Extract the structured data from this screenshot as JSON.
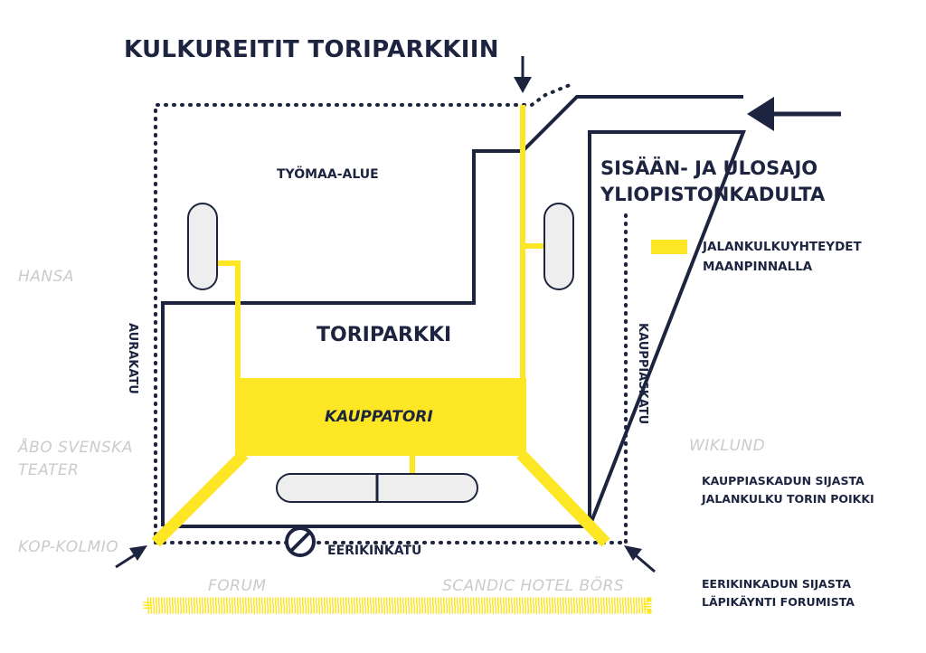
{
  "title": "KULKUREITIT TORIPARKKIIN",
  "entrance": {
    "line1": "SISÄÄN- JA ULOSAJO",
    "line2": "YLIOPISTONKADULTA"
  },
  "legend": {
    "line1": "JALANKULKUYHTEYDET",
    "line2": "MAANPINNALLA",
    "swatch_color": "#fde725"
  },
  "areas": {
    "tyomaa": "TYÖMAA-ALUE",
    "toriparkki": "TORIPARKKI",
    "kauppatori": "KAUPPATORI"
  },
  "streets": {
    "aurakatu": "AURAKATU",
    "kauppiaskatu": "KAUPPIASKATU",
    "eerikinkatu": "EERIKINKATU"
  },
  "landmarks": {
    "hansa": "HANSA",
    "abo_line1": "ÅBO SVENSKA",
    "abo_line2": "TEATER",
    "kop_kolmio": "KOP-KOLMIO",
    "wiklund": "WIKLUND",
    "forum": "FORUM",
    "scandic": "SCANDIC HOTEL BÖRS"
  },
  "notes": {
    "note1_line1": "KAUPPIASKADUN SIJASTA",
    "note1_line2": "JALANKULKU TORIN POIKKI",
    "note2_line1": "EERIKINKADUN SIJASTA",
    "note2_line2": "LÄPIKÄYNTI FORUMISTA"
  },
  "colors": {
    "navy": "#1c2440",
    "yellow": "#fde725",
    "grey_text": "#c9cbcf",
    "pill_fill": "#efeeee"
  },
  "icons": [
    "no-entry-icon",
    "arrow-down-icon",
    "arrow-left-icon",
    "arrow-diagonal-icon"
  ]
}
